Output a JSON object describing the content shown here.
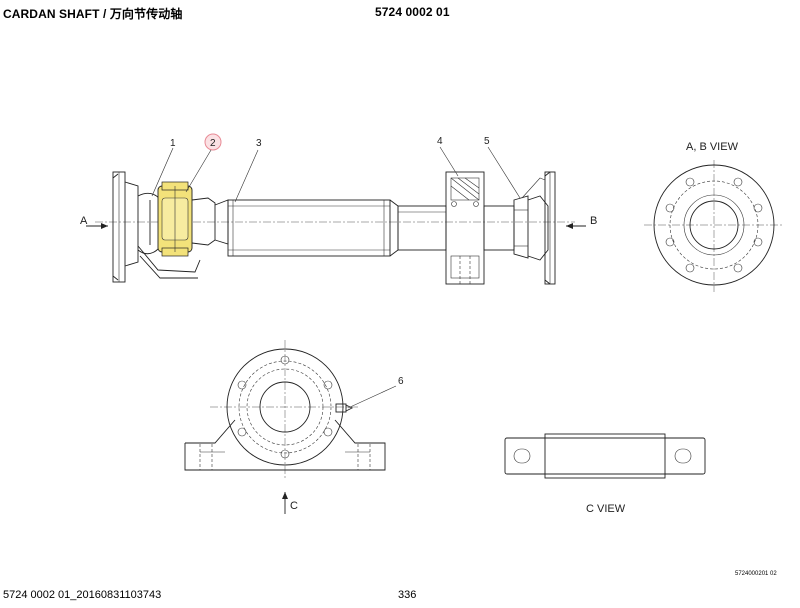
{
  "header": {
    "title": "CARDAN SHAFT / 万向节传动轴",
    "part_number": "5724 0002 01"
  },
  "callouts": [
    "1",
    "2",
    "3",
    "4",
    "5",
    "6"
  ],
  "arrows": {
    "a": "A",
    "b": "B",
    "c": "C"
  },
  "views": {
    "ab_view": "A, B VIEW",
    "c_view": "C VIEW"
  },
  "footer": {
    "document_id": "5724 0002 01_20160831103743",
    "page": "336",
    "drawing_code": "5724000201 02"
  },
  "colors": {
    "highlight_fill": "#f3e27a",
    "highlight_circle": "#e88a95",
    "line": "#222222"
  }
}
